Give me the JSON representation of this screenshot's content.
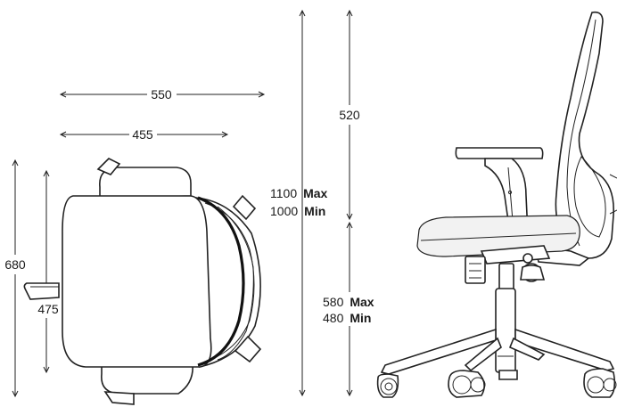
{
  "dimensions": {
    "width_total": "550",
    "width_seat": "455",
    "height_back": "520",
    "depth_total": "680",
    "depth_seat": "475",
    "height_max_value": "1100",
    "height_max_label": "Max",
    "height_min_value": "1000",
    "height_min_label": "Min",
    "seat_max_value": "580",
    "seat_max_label": "Max",
    "seat_min_value": "480",
    "seat_min_label": "Min"
  },
  "colors": {
    "line": "#222222",
    "background": "#ffffff",
    "text": "#1a1a1a"
  }
}
